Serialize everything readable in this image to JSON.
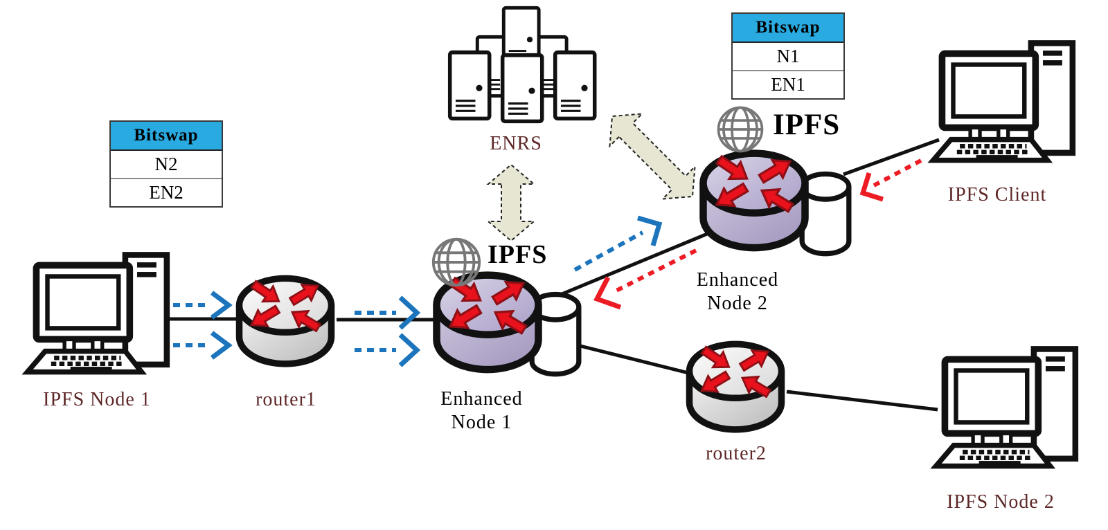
{
  "labels": {
    "ipfs_node_1": "IPFS Node 1",
    "router1": "router1",
    "enhanced_node_1_line1": "Enhanced",
    "enhanced_node_1_line2": "Node 1",
    "enrs": "ENRS",
    "ipfs_en1": "IPFS",
    "ipfs_en2": "IPFS",
    "enhanced_node_2_line1": "Enhanced",
    "enhanced_node_2_line2": "Node 2",
    "ipfs_client": "IPFS Client",
    "router2": "router2",
    "ipfs_node_2": "IPFS Node 2"
  },
  "bitswap_left": {
    "header": "Bitswap",
    "rows": [
      "N2",
      "EN2"
    ]
  },
  "bitswap_right": {
    "header": "Bitswap",
    "rows": [
      "N1",
      "EN1"
    ]
  },
  "colors": {
    "bitswap_header_bg": "#29ABE2",
    "node_label_maroon": "#5E2727",
    "flow_blue": "#1C75BC",
    "flow_red": "#ED1C24",
    "router_arrow_red": "#E8111C",
    "enhanced_router_fill": "#AFA5C9",
    "standard_router_fill": "#E9E9E9",
    "sync_arrow_fill": "#E6E6D2"
  },
  "edges": [
    {
      "from": "IPFS Node 1",
      "to": "router1",
      "style": "solid + blue dashed x2 right"
    },
    {
      "from": "router1",
      "to": "Enhanced Node 1",
      "style": "solid + blue dashed x2 right"
    },
    {
      "from": "Enhanced Node 1",
      "to": "Enhanced Node 2",
      "style": "solid + blue dashed up-right + red dashed down-left"
    },
    {
      "from": "Enhanced Node 2",
      "to": "IPFS Client",
      "style": "solid + red dashed toward node"
    },
    {
      "from": "Enhanced Node 1",
      "to": "router2",
      "style": "solid"
    },
    {
      "from": "router2",
      "to": "IPFS Node 2",
      "style": "solid"
    },
    {
      "from": "Enhanced Node 1",
      "to": "ENRS",
      "style": "beige double arrow"
    },
    {
      "from": "Enhanced Node 2",
      "to": "ENRS",
      "style": "beige double arrow"
    }
  ]
}
